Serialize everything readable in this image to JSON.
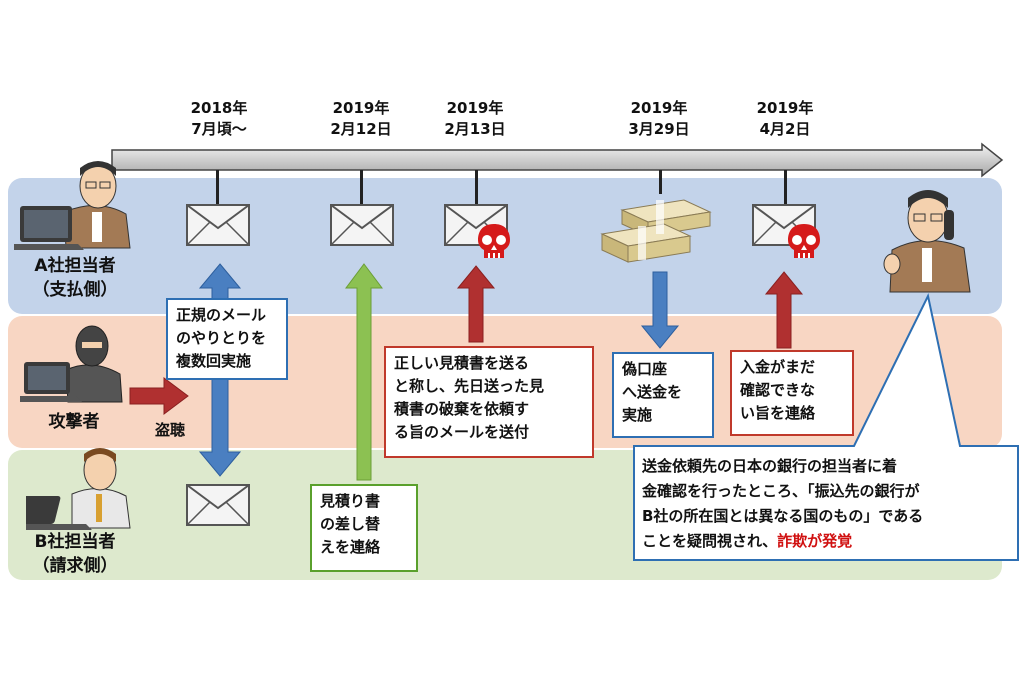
{
  "dates": [
    {
      "line1": "2018年",
      "line2": "7月頃～"
    },
    {
      "line1": "2019年",
      "line2": "2月12日"
    },
    {
      "line1": "2019年",
      "line2": "2月13日"
    },
    {
      "line1": "2019年",
      "line2": "3月29日"
    },
    {
      "line1": "2019年",
      "line2": "4月2日"
    }
  ],
  "actors": {
    "a": {
      "line1": "A社担当者",
      "line2": "（支払側）"
    },
    "attacker": {
      "label": "攻撃者",
      "action": "盗聴"
    },
    "b": {
      "line1": "B社担当者",
      "line2": "（請求側）"
    }
  },
  "boxes": {
    "regular_mail": [
      "正規のメール",
      "のやりとりを",
      "複数回実施"
    ],
    "replace_quote": [
      "見積り書",
      "の差し替",
      "えを連絡"
    ],
    "fake_mail": [
      "正しい見積書を送る",
      "と称し、先日送った見",
      "積書の破棄を依頼す",
      "る旨のメールを送付"
    ],
    "fake_account": [
      "偽口座",
      "へ送金を",
      "実施"
    ],
    "unconfirmed": [
      "入金がまだ",
      "確認できな",
      "い旨を連絡"
    ],
    "discovery": {
      "line1": "送金依頼先の日本の銀行の担当者に着",
      "line2": "金確認を行ったところ、「振込先の銀行が",
      "line3": "B社の所在国とは異なる国のもの」である",
      "line4_prefix": "ことを疑問視され、",
      "line4_highlight": "詐欺が発覚"
    }
  },
  "colors": {
    "lane_a": "#c3d3ea",
    "lane_attacker": "#f8d6c3",
    "lane_b": "#dde9cd",
    "arrow_blue": "#4a7fc1",
    "arrow_green": "#8cc152",
    "arrow_red": "#b03030",
    "highlight": "#d01010"
  },
  "icons": [
    "envelope-icon",
    "skull-icon",
    "money-stack-icon",
    "computer-icon",
    "phone-icon"
  ]
}
